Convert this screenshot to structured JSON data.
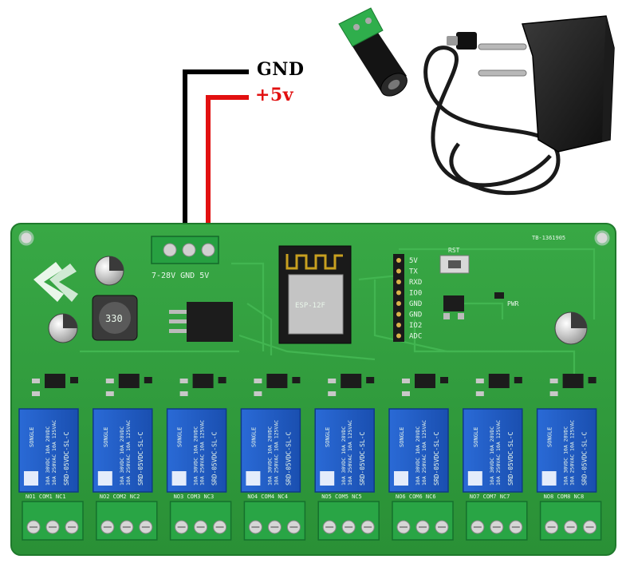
{
  "wires": {
    "gnd_label": "GND",
    "vcc_label": "+5v",
    "gnd_color": "#000000",
    "vcc_color": "#e21010"
  },
  "board": {
    "color": "#2f9e3d",
    "silkscreen_color": "#e9f6ea",
    "id_text": "TB-1361905",
    "input_label": "7-28V GND   5V",
    "header_pins": [
      "5V",
      "TX",
      "RXD",
      "IO0",
      "GND",
      "GND",
      "IO2",
      "ADC"
    ],
    "rst_label": "RST",
    "pwr_label": "PWR",
    "inductor_text": "330",
    "module_text": "ESP-12F",
    "relay_count": 8,
    "relay_color": "#1f5bc4",
    "relay_brand": "SONGLE",
    "relay_model": "SRD-05VDC-SL-C",
    "relay_spec_1": "10A 250VAC 10A 125VAC",
    "relay_spec_2": "10A 30VDC 10A 28VDC",
    "terminal_labels": [
      "NO1 COM1 NC1",
      "NO2 COM2 NC2",
      "NO3 COM3 NC3",
      "NO4 COM4 NC4",
      "NO5 COM5 NC5",
      "NO6 COM6 NC6",
      "NO7 COM7 NC7",
      "NO8 COM8 NC8"
    ]
  },
  "accessories": [
    "dc-barrel-jack-adapter",
    "power-adapter-plug"
  ]
}
